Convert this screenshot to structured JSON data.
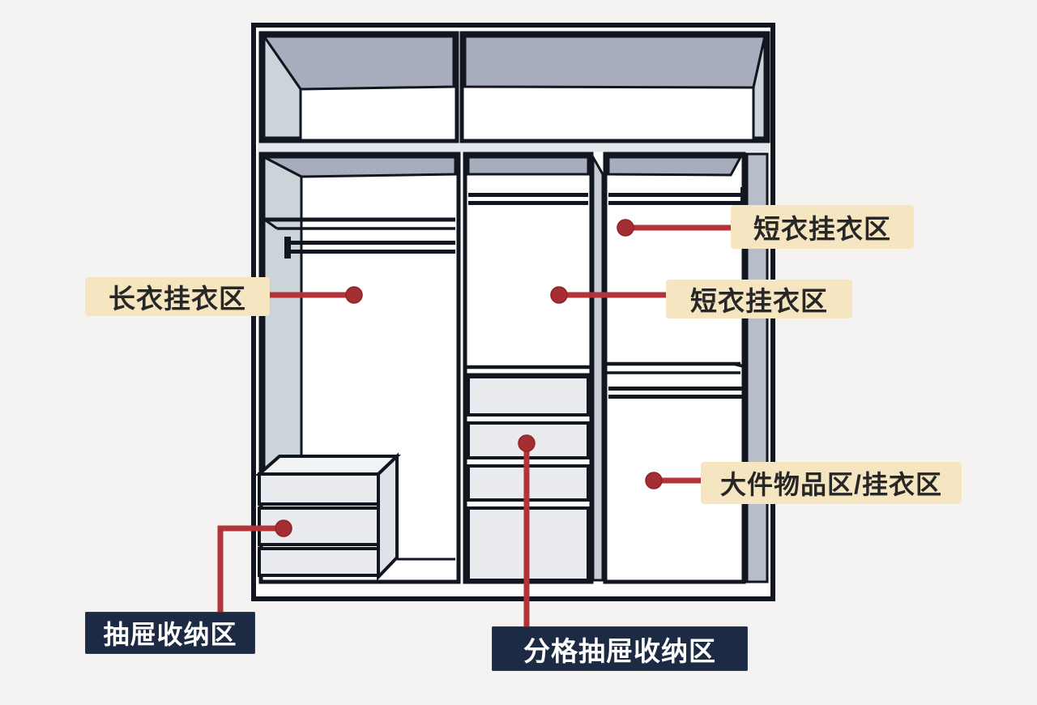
{
  "diagram_type": "wardrobe-zoning-diagram",
  "colors": {
    "page_background": "#f4f3f1",
    "outline": "#121620",
    "interior_white": "#fdfdfc",
    "ceiling_gray": "#a7adbc",
    "side_panel_gray": "#cbd5d9",
    "divider_gray": "#c6cdd6",
    "right_wall_gray": "#b7bdc9",
    "shelf_band_gray": "#e3e7ec",
    "drawer_fill": "#e9ebee",
    "callout_line_red": "#b23438",
    "callout_dot_red": "#a52e32",
    "label_bg_beige": "#f5e5c0",
    "label_bg_navy": "#1d2a43",
    "label_text_dark": "#272727",
    "label_text_light": "#ffffff"
  },
  "labels": [
    {
      "id": "long-coat-hanging-area",
      "text": "长衣挂衣区",
      "style": "beige",
      "points_to": "left compartment hanging space"
    },
    {
      "id": "short-coat-hanging-area-right",
      "text": "短衣挂衣区",
      "style": "beige",
      "points_to": "right compartment upper hanging space"
    },
    {
      "id": "short-coat-hanging-area-middle",
      "text": "短衣挂衣区",
      "style": "beige",
      "points_to": "middle compartment hanging space"
    },
    {
      "id": "large-items-hanging-area",
      "text": "大件物品区/挂衣区",
      "style": "beige",
      "points_to": "right compartment lower space"
    },
    {
      "id": "drawer-storage-area",
      "text": "抽屉收纳区",
      "style": "navy",
      "points_to": "left bottom drawer chest"
    },
    {
      "id": "grid-drawer-storage-area",
      "text": "分格抽屉收纳区",
      "style": "navy",
      "points_to": "middle drawer stack"
    }
  ],
  "wardrobe": {
    "zones": [
      "top shelf compartment left",
      "top shelf compartment right",
      "left tall hanging compartment with rod and shelf",
      "left bottom three-drawer chest",
      "middle compartment with rod and four stacked drawers",
      "right compartment with two hanging rods and shelf",
      "right lower large-item space"
    ],
    "rod_count": 4,
    "drawer_count_left_chest": 3,
    "drawer_count_middle_stack": 4
  }
}
